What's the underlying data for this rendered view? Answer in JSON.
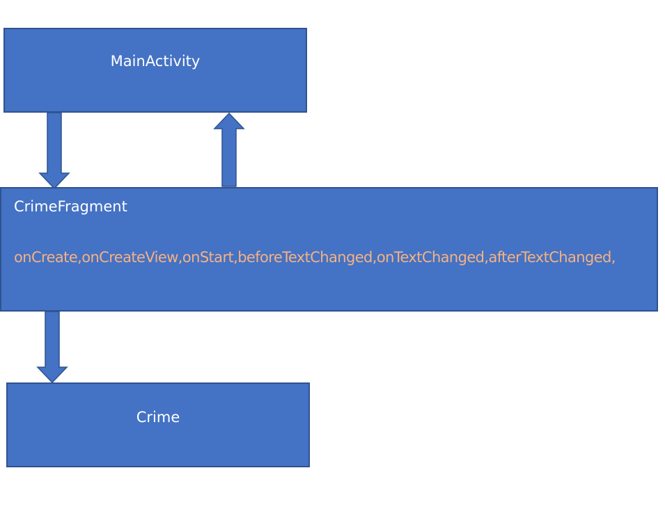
{
  "diagram": {
    "nodes": {
      "main_activity": {
        "label": "MainActivity"
      },
      "crime_fragment": {
        "label": "CrimeFragment",
        "methods": "onCreate,onCreateView,onStart,beforeTextChanged,onTextChanged,afterTextChanged,"
      },
      "crime": {
        "label": "Crime"
      }
    },
    "edges": [
      {
        "from": "MainActivity",
        "to": "CrimeFragment",
        "direction": "down"
      },
      {
        "from": "CrimeFragment",
        "to": "MainActivity",
        "direction": "up"
      },
      {
        "from": "CrimeFragment",
        "to": "Crime",
        "direction": "down"
      }
    ]
  },
  "colors": {
    "box_fill": "#4472c4",
    "box_border": "#2f528f",
    "box_text": "#ffffff",
    "method_text": "#f4b183"
  }
}
